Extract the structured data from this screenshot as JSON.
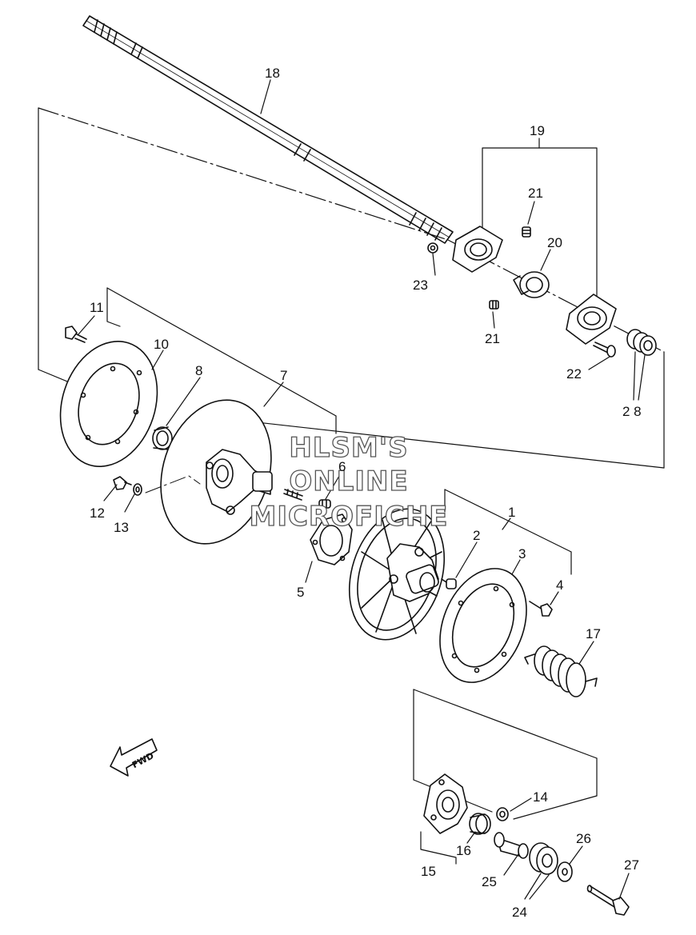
{
  "watermark": {
    "line1": "HLSM'S",
    "line2": "ONLINE",
    "line3": "MICROFICHE",
    "color": "#555555"
  },
  "fwd_label": "FWD",
  "callouts": {
    "c1": "1",
    "c2": "2",
    "c3": "3",
    "c4": "4",
    "c5": "5",
    "c6": "6",
    "c7": "7",
    "c8": "8",
    "c10": "10",
    "c11": "11",
    "c12": "12",
    "c13": "13",
    "c14": "14",
    "c15": "15",
    "c16": "16",
    "c17": "17",
    "c18": "18",
    "c19": "19",
    "c20": "20",
    "c21a": "21",
    "c21b": "21",
    "c22": "22",
    "c23": "23",
    "c24": "24",
    "c25": "25",
    "c26": "26",
    "c27": "27",
    "c28": "2 8"
  }
}
